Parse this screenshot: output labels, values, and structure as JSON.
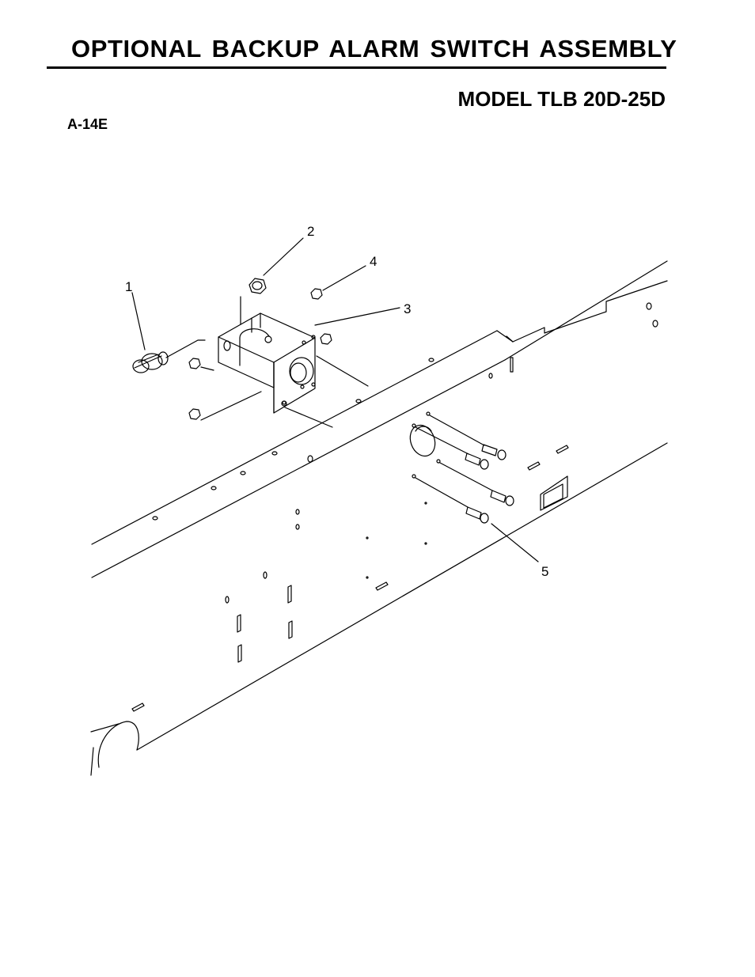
{
  "header": {
    "title": "OPTIONAL BACKUP ALARM SWITCH ASSEMBLY",
    "model": "MODEL TLB 20D-25D",
    "page_code": "A-14E"
  },
  "drawing": {
    "callouts": [
      "1",
      "2",
      "3",
      "4",
      "5"
    ]
  }
}
